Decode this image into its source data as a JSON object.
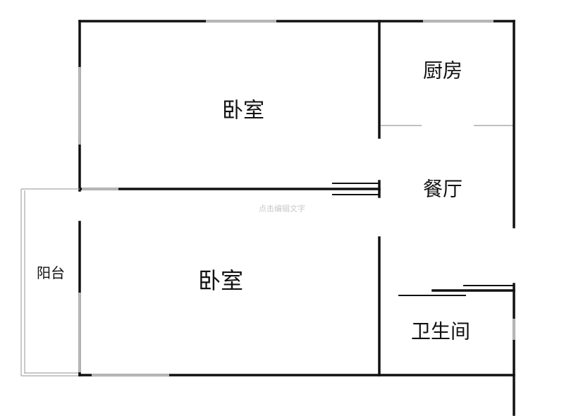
{
  "floor_plan": {
    "rooms": {
      "kitchen": "厨房",
      "bedroom_top": "卧室",
      "dining": "餐厅",
      "balcony": "阳台",
      "bedroom_bottom": "卧室",
      "bathroom": "卫生间"
    },
    "edit_hint": "点击编辑文字"
  },
  "colors": {
    "wall": "#111111",
    "window": "#b9b9b9",
    "hint": "#c8c8c8",
    "background": "#ffffff"
  }
}
